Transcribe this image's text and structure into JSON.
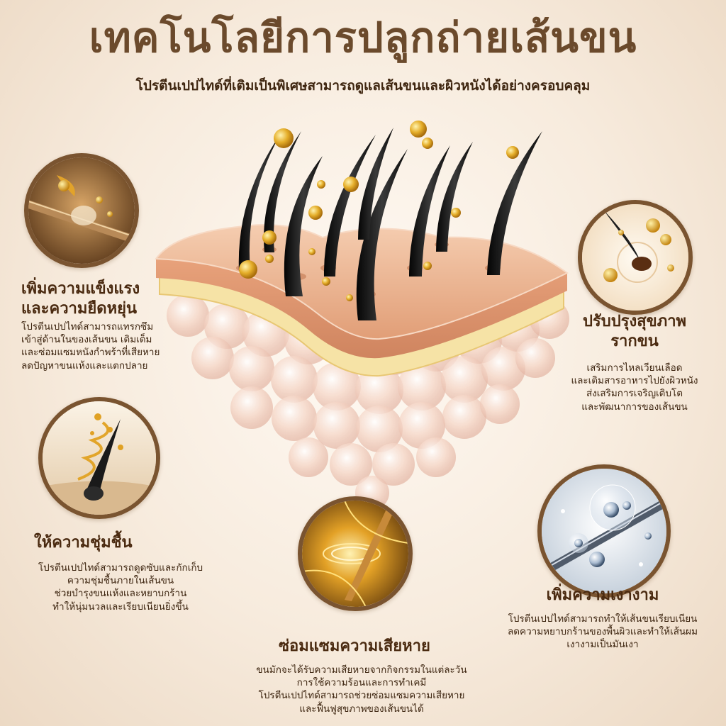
{
  "header": {
    "title": "เทคโนโลยีการปลูกถ่ายเส้นขน",
    "subtitle": "โปรตีนเปปไทด์ที่เติมเป็นพิเศษสามารถดูแลเส้นขนและผิวหนังได้อย่างครอบคลุม"
  },
  "features": {
    "strength": {
      "heading": [
        "เพิ่มความแข็งแรง",
        "และความยืดหยุ่น"
      ],
      "lines": [
        "โปรตีนเปปไทด์สามารถแทรกซึม",
        "เข้าสู่ด้านในของเส้นขน เติมเต็ม",
        "และซ่อมแซมหนังกำพร้าที่เสียหาย",
        "ลดปัญหาขนแห้งและแตกปลาย"
      ]
    },
    "moisture": {
      "heading": [
        "ให้ความชุ่มชื้น"
      ],
      "lines": [
        "โปรตีนเปปไทด์สามารถดูดซับและกักเก็บ",
        "ความชุ่มชื้นภายในเส้นขน",
        "ช่วยบำรุงขนแห้งและหยาบกร้าน",
        "ทำให้นุ่มนวลและเรียบเนียนยิ่งขึ้น"
      ]
    },
    "repair": {
      "heading": [
        "ซ่อมแซมความเสียหาย"
      ],
      "lines": [
        "ขนมักจะได้รับความเสียหายจากกิจกรรมในแต่ละวัน",
        "การใช้ความร้อนและการทำเคมี",
        "โปรตีนเปปไทด์สามารถช่วยซ่อมแซมความเสียหาย",
        "และฟื้นฟูสุขภาพของเส้นขนได้"
      ]
    },
    "roots": {
      "heading": [
        "ปรับปรุงสุขภาพ",
        "รากขน"
      ],
      "lines": [
        "เสริมการไหลเวียนเลือด",
        "และเติมสารอาหารไปยังผิวหนัง",
        "ส่งเสริมการเจริญเติบโต",
        "และพัฒนาการของเส้นขน"
      ]
    },
    "shine": {
      "heading": [
        "เพิ่มความเงางาม"
      ],
      "lines": [
        "โปรตีนเปปไทด์สามารถทำให้เส้นขนเรียบเนียน",
        "ลดความหยาบกร้านของพื้นผิวและทำให้เส้นผม",
        "เงางามเป็นมันเงา"
      ]
    }
  },
  "icons": {
    "hero": "skin-layer-hair-follicle-illustration",
    "strength": "hair-strand-repair-icon",
    "moisture": "hair-moisture-icon",
    "repair": "hair-glow-repair-icon",
    "roots": "hair-root-nutrient-icon",
    "shine": "hair-shine-molecule-icon"
  },
  "colors": {
    "title": "#6b4a2c",
    "accent_gold": "#d9a520",
    "circle_border": "#7a5430",
    "skin": "#eab28f"
  }
}
